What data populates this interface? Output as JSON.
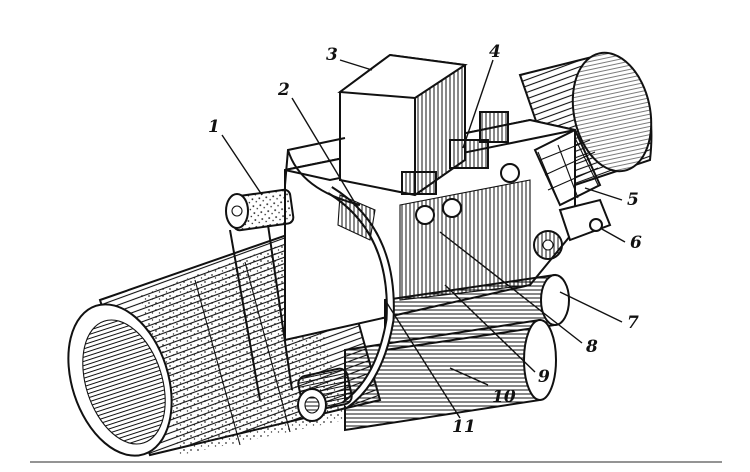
{
  "figure": {
    "description_free": true,
    "callouts": [
      "1",
      "2",
      "3",
      "4",
      "5",
      "6",
      "7",
      "8",
      "9",
      "10",
      "11"
    ]
  },
  "colors": {
    "ink": "#111111",
    "paper": "#ffffff",
    "rule": "#555555"
  }
}
